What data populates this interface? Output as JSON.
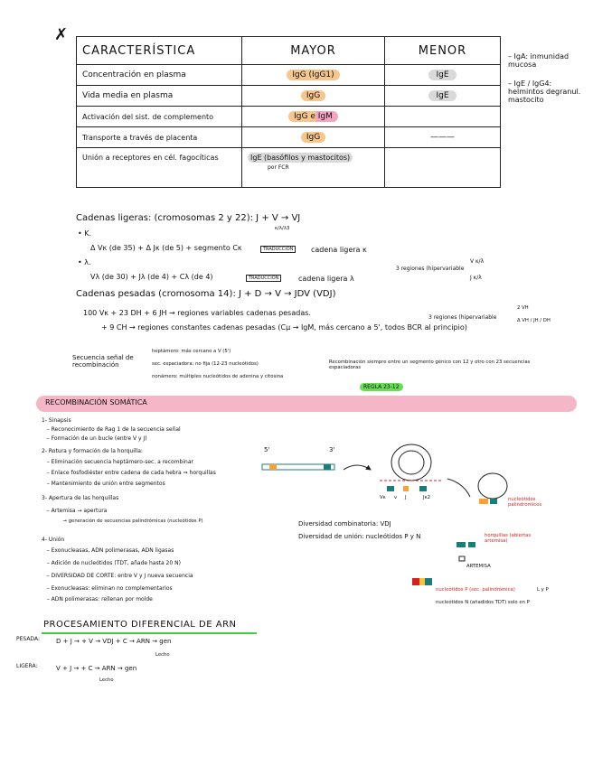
{
  "mark": "✗",
  "table": {
    "headers": [
      "CARACTERÍSTICA",
      "MAYOR",
      "MENOR"
    ],
    "rows": [
      {
        "feature": "Concentración en plasma",
        "mayor": "IgG (IgG1)",
        "menor": "IgE"
      },
      {
        "feature": "Vida media en plasma",
        "mayor": "IgG",
        "menor": "IgE"
      },
      {
        "feature": "Activación del sist. de complemento",
        "mayor": "IgG e IgM",
        "menor": ""
      },
      {
        "feature": "Transporte a través de placenta",
        "mayor": "IgG",
        "menor": "———"
      },
      {
        "feature": "Unión a receptores en cél. fagocíticas",
        "mayor": "IgE (basófilos y mastocitos)",
        "mayor_sub": "por FCR",
        "menor": ""
      }
    ]
  },
  "side_notes": [
    "– IgA: inmunidad mucosa",
    "– IgE / IgG4: helmintos degranul. mastocito"
  ],
  "light": {
    "title": "Cadenas ligeras: (cromosomas 2 y 22): J + V → VJ",
    "title_sub": "κ/λ/λ3",
    "kappa_label": "• K.",
    "kappa_line": "Δ Vκ (de 35) + Δ Jκ (de 5) + segmento Cκ",
    "kappa_box": "TRADUCCIÓN",
    "kappa_result": "cadena ligera κ",
    "lambda_label": "• λ.",
    "lambda_line": "Vλ (de 30) + Jλ (de 4) + Cλ (de 4)",
    "lambda_box": "TRADUCCIÓN",
    "lambda_result": "cadena ligera λ",
    "regions_left": "3 regiones (hipervariable",
    "regions_v": "V κ/λ",
    "regions_j": "J κ/λ"
  },
  "heavy": {
    "title": "Cadenas pesadas (cromosoma 14): J + D → V → JDV (VDJ)",
    "line1": "100 Vκ + 23 DH + 6 JH → regiones variables cadenas pesadas.",
    "line2": "+ 9 CH → regiones constantes cadenas pesadas (Cμ → IgM, más cercano a 5', todos BCR al principio)",
    "regions3": "3 regiones (hipervariable",
    "regions3_top": "2 VH",
    "regions3_bot": "Δ VH / JH / DH"
  },
  "senal": {
    "left": "Secuencia señal de recombinación",
    "items": [
      "heptámero: más cercano a V (5')",
      "sec. espaciadora: no fija (12-23 nucleótidos)",
      "nonámero: múltiples nucleótidos de adenina y citosina"
    ],
    "right": "Recombinación siempre entre un segmento génico con 12 y otro con 23 secuencias espaciadoras",
    "rule": "REGLA 23-12"
  },
  "somatic": {
    "title": "RECOMBINACIÓN SOMÁTICA",
    "steps": [
      "1- Sinapsis",
      "   – Reconocimiento de Rag 1 de la secuencia señal",
      "   – Formación de un bucle (entre V y J)",
      "2- Rotura y formación de la horquilla:",
      "   – Eliminación secuencia heptámero-sec. a recombinar",
      "   – Enlace fosfodiéster entre cadena de cada hebra ⇒ horquillas",
      "   – Mantenimiento de unión entre segmentos",
      "3- Apertura de las horquillas",
      "   – Artemisa → apertura",
      "              → generación de secuencias palindrómicas (nucleótidos P)",
      "4- Unión",
      "   – Exonucleasas, ADN polimerasas, ADN ligasas",
      "   – Adición de nucleótidos (TDT, añade hasta 20 N)",
      "   – DIVERSIDAD DE CORTE: entre V y J nueva secuencia",
      "   – Exonucleasas: eliminan no complementarios",
      "   – ADN polimerasas: rellenan por molde"
    ],
    "diversity1": "Diversidad combinatoria: VDJ",
    "diversity2": "Diversidad de unión: nucleótidos P y N",
    "diag_5": "5'",
    "diag_3": "3'",
    "diag_labels": [
      "Vκ",
      "ν",
      "J",
      "Jκ2"
    ],
    "red1": "nucleótidos palindrómicos",
    "red2": "horquillas (abiertas artemisa)",
    "artemisa": "ARTEMISA",
    "bottom_red": "nucleótidos P (sec. palindrómica)",
    "bottom_black1": "L y P",
    "bottom_black2": "nucleótidos N (añadidos TDT) solo en P"
  },
  "arn": {
    "title": "PROCESAMIENTO DIFERENCIAL DE ARN",
    "pesada_label": "PESADA:",
    "pesada_line": "D + J → + V → VDJ + C → ARN → gen",
    "pesada_sub": "Lecho",
    "ligera_label": "LIGERA:",
    "ligera_line": "V + J → + C → ARN → gen",
    "ligera_sub": "Lecho"
  },
  "colors": {
    "orange": "#f6c68c",
    "gray": "#d9d9d9",
    "pink": "#f4a3c0",
    "green": "#66dd55",
    "red": "#d62020",
    "teal": "#1b7d7a"
  }
}
